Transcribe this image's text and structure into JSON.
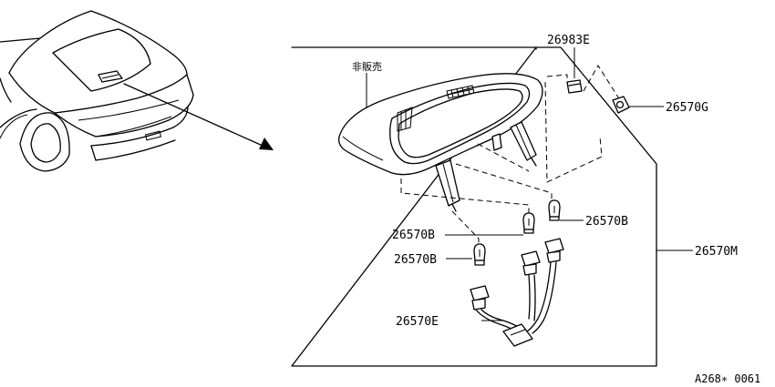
{
  "labels": {
    "not_sold": "非販売",
    "p26983E": "26983E",
    "p26570G": "26570G",
    "p26570B_right": "26570B",
    "p26570B_mid": "26570B",
    "p26570B_low": "26570B",
    "p26570M": "26570M",
    "p26570E": "26570E"
  },
  "diagram_code": "A268∗ 0061"
}
